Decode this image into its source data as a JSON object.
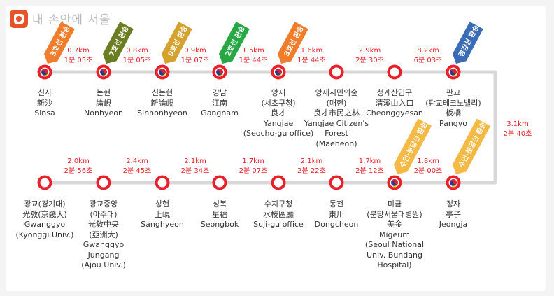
{
  "watermark": "내 손안에 서울",
  "stations_top": [
    {
      "name": "신사",
      "hanja": "新沙",
      "en": "Sinsa",
      "transfer": true
    },
    {
      "name": "논현",
      "hanja": "論峴",
      "en": "Nonhyeon",
      "transfer": true
    },
    {
      "name": "신논현",
      "hanja": "新論峴",
      "en": "Sinnonhyeon",
      "transfer": true
    },
    {
      "name": "강남",
      "hanja": "江南",
      "en": "Gangnam",
      "transfer": true
    },
    {
      "name": "양재",
      "sub": "(서초구청)",
      "hanja": "良才",
      "en": "Yangjae\n(Seocho-gu office)",
      "transfer": true
    },
    {
      "name": "양재시민의숲",
      "sub": "(매헌)",
      "hanja": "良才市民之林",
      "en": "Yangjae Citizen's\nForest\n(Maeheon)",
      "transfer": false
    },
    {
      "name": "청계산입구",
      "hanja": "淸溪山入口",
      "en": "Cheonggyesan",
      "transfer": false
    },
    {
      "name": "판교",
      "sub": "(판교테크노밸리)",
      "hanja": "板橋",
      "en": "Pangyo",
      "transfer": true
    }
  ],
  "stations_bottom": [
    {
      "name": "광교(경기대)",
      "hanja": "光敎(京畿大)",
      "en": "Gwanggyo\n(Kyonggi Univ.)",
      "transfer": false
    },
    {
      "name": "광교중앙",
      "sub": "(아주대)",
      "hanja": "光敎中央\n(亞洲大)",
      "en": "Gwanggyo\nJungang\n(Ajou Univ.)",
      "transfer": false
    },
    {
      "name": "상현",
      "hanja": "上峴",
      "en": "Sanghyeon",
      "transfer": false
    },
    {
      "name": "성복",
      "hanja": "星福",
      "en": "Seongbok",
      "transfer": false
    },
    {
      "name": "수지구청",
      "hanja": "水枝區廳",
      "en": "Suji-gu office",
      "transfer": false
    },
    {
      "name": "동천",
      "hanja": "東川",
      "en": "Dongcheon",
      "transfer": false
    },
    {
      "name": "미금",
      "sub": "(분당서울대병원)",
      "hanja": "美金",
      "en": "Migeum\n(Seoul National\nUniv. Bundang\nHospital)",
      "transfer": true
    },
    {
      "name": "정자",
      "hanja": "亭子",
      "en": "Jeongja",
      "transfer": true
    }
  ],
  "segments_top": [
    {
      "dist": "0.7km",
      "time": "1분 05초"
    },
    {
      "dist": "0.8km",
      "time": "1분 05초"
    },
    {
      "dist": "0.9km",
      "time": "1분 07초"
    },
    {
      "dist": "1.5km",
      "time": "1분 44초"
    },
    {
      "dist": "1.6km",
      "time": "1분 44초"
    },
    {
      "dist": "2.9km",
      "time": "2분 30초"
    },
    {
      "dist": "8.2km",
      "time": "6분 03초"
    }
  ],
  "segment_turn": {
    "dist": "3.1km",
    "time": "2분 40초"
  },
  "segments_bottom": [
    {
      "dist": "2.0km",
      "time": "2분 56초"
    },
    {
      "dist": "2.4km",
      "time": "2분 45초"
    },
    {
      "dist": "2.1km",
      "time": "2분 34초"
    },
    {
      "dist": "1.7km",
      "time": "2분 07초"
    },
    {
      "dist": "2.1km",
      "time": "2분 22초"
    },
    {
      "dist": "1.7km",
      "time": "2분 12초"
    },
    {
      "dist": "1.8km",
      "time": "2분 00초"
    }
  ],
  "transfer_tags_top": [
    {
      "text": "3호선 환승",
      "color": "#f07d2b"
    },
    {
      "text": "7호선 환승",
      "color": "#6b7d22"
    },
    {
      "text": "9호선 환승",
      "color": "#d6a22f"
    },
    {
      "text": "2호선 환승",
      "color": "#27a844"
    },
    {
      "text": "3호선 환승",
      "color": "#f07d2b"
    },
    null,
    null,
    {
      "text": "경강선 환승",
      "color": "#3a6db5"
    }
  ],
  "transfer_tags_bottom": [
    null,
    null,
    null,
    null,
    null,
    null,
    {
      "text": "수인·분당선 환승",
      "color": "#f5b946"
    },
    {
      "text": "수인·분당선 환승",
      "color": "#f5b946"
    }
  ],
  "colors": {
    "line": "#d7d7d7",
    "station_ring": "#e8202a",
    "text": "#333333",
    "seg_text": "#e8202a"
  }
}
